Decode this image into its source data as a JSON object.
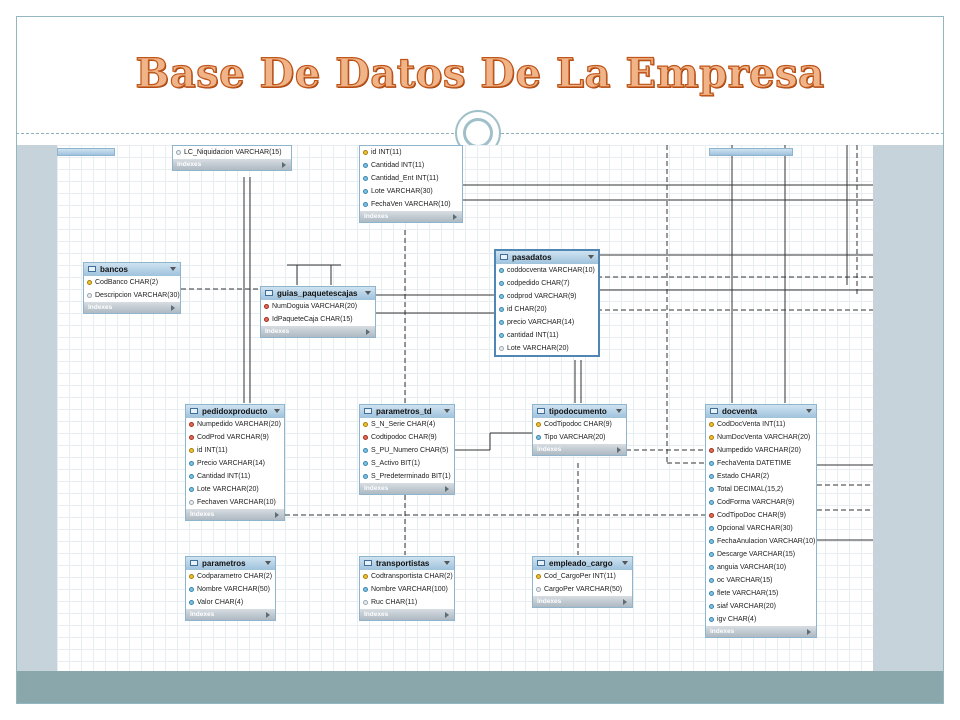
{
  "slide": {
    "title": "Base De Datos De La Empresa"
  },
  "colors": {
    "title_fill": "#f0b488",
    "title_stroke": "#c0561a",
    "frame": "#93b6bf",
    "bottom_bar": "#8aa8ac",
    "table_header": "#9fc2dc",
    "pk_key": "#f2c12e",
    "fk_key": "#e46a57"
  },
  "icons": {
    "primary_key": "key-icon",
    "foreign_key": "red-key-icon",
    "column": "diamond-icon",
    "table": "table-icon"
  },
  "diagram": {
    "tables": [
      {
        "name": "",
        "footer": "Indexes",
        "columns": [
          {
            "text": "LC_Niquidacion VARCHAR(15)",
            "key": "null"
          }
        ]
      },
      {
        "name": "",
        "footer": "Indexes",
        "columns": [
          {
            "text": "id INT(11)",
            "key": "pk"
          },
          {
            "text": "Cantidad INT(11)",
            "key": "nn"
          },
          {
            "text": "Cantidad_Ent INT(11)",
            "key": "nn"
          },
          {
            "text": "Lote VARCHAR(30)",
            "key": "nn"
          },
          {
            "text": "FechaVen VARCHAR(10)",
            "key": "nn"
          }
        ]
      },
      {
        "name": "bancos",
        "footer": "Indexes",
        "columns": [
          {
            "text": "CodBanco CHAR(2)",
            "key": "pk"
          },
          {
            "text": "Descripcion VARCHAR(30)",
            "key": "null"
          }
        ]
      },
      {
        "name": "guias_paquetescajas",
        "footer": "Indexes",
        "columns": [
          {
            "text": "NumDoguia VARCHAR(20)",
            "key": "fk"
          },
          {
            "text": "IdPaqueteCaja CHAR(15)",
            "key": "fk"
          }
        ]
      },
      {
        "name": "pasadatos",
        "footer": "",
        "columns": [
          {
            "text": "coddocventa VARCHAR(10)",
            "key": "nn"
          },
          {
            "text": "codpedido CHAR(7)",
            "key": "nn"
          },
          {
            "text": "codprod VARCHAR(9)",
            "key": "nn"
          },
          {
            "text": "id CHAR(20)",
            "key": "nn"
          },
          {
            "text": "precio VARCHAR(14)",
            "key": "nn"
          },
          {
            "text": "cantidad INT(11)",
            "key": "nn"
          },
          {
            "text": "Lote VARCHAR(20)",
            "key": "null"
          }
        ]
      },
      {
        "name": "pedidoxproducto",
        "footer": "Indexes",
        "columns": [
          {
            "text": "Numpedido VARCHAR(20)",
            "key": "fk"
          },
          {
            "text": "CodProd VARCHAR(9)",
            "key": "fk"
          },
          {
            "text": "id INT(11)",
            "key": "pk"
          },
          {
            "text": "Precio VARCHAR(14)",
            "key": "nn"
          },
          {
            "text": "Cantidad INT(11)",
            "key": "nn"
          },
          {
            "text": "Lote VARCHAR(20)",
            "key": "nn"
          },
          {
            "text": "Fechaven VARCHAR(10)",
            "key": "null"
          }
        ]
      },
      {
        "name": "parametros_td",
        "footer": "Indexes",
        "columns": [
          {
            "text": "S_N_Serie CHAR(4)",
            "key": "pk"
          },
          {
            "text": "Codtipodoc CHAR(9)",
            "key": "fk"
          },
          {
            "text": "S_PU_Numero CHAR(5)",
            "key": "nn"
          },
          {
            "text": "S_Activo BIT(1)",
            "key": "nn"
          },
          {
            "text": "S_Predeterminado BIT(1)",
            "key": "nn"
          }
        ]
      },
      {
        "name": "tipodocumento",
        "footer": "Indexes",
        "columns": [
          {
            "text": "CodTipodoc CHAR(9)",
            "key": "pk"
          },
          {
            "text": "Tipo VARCHAR(20)",
            "key": "nn"
          }
        ]
      },
      {
        "name": "docventa",
        "footer": "Indexes",
        "columns": [
          {
            "text": "CodDocVenta INT(11)",
            "key": "pk"
          },
          {
            "text": "NumDocVenta VARCHAR(20)",
            "key": "pk"
          },
          {
            "text": "Numpedido VARCHAR(20)",
            "key": "fk"
          },
          {
            "text": "FechaVenta DATETIME",
            "key": "nn"
          },
          {
            "text": "Estado CHAR(2)",
            "key": "nn"
          },
          {
            "text": "Total DECIMAL(15,2)",
            "key": "nn"
          },
          {
            "text": "CodForma VARCHAR(9)",
            "key": "nn"
          },
          {
            "text": "CodTipoDoc CHAR(9)",
            "key": "fk"
          },
          {
            "text": "Opcional VARCHAR(30)",
            "key": "nn"
          },
          {
            "text": "FechaAnulacion VARCHAR(10)",
            "key": "nn"
          },
          {
            "text": "Descarge VARCHAR(15)",
            "key": "nn"
          },
          {
            "text": "anguia VARCHAR(10)",
            "key": "nn"
          },
          {
            "text": "oc VARCHAR(15)",
            "key": "nn"
          },
          {
            "text": "flete VARCHAR(15)",
            "key": "nn"
          },
          {
            "text": "siaf VARCHAR(20)",
            "key": "nn"
          },
          {
            "text": "igv CHAR(4)",
            "key": "nn"
          }
        ]
      },
      {
        "name": "parametros",
        "footer": "Indexes",
        "columns": [
          {
            "text": "Codparametro CHAR(2)",
            "key": "pk"
          },
          {
            "text": "Nombre VARCHAR(50)",
            "key": "nn"
          },
          {
            "text": "Valor CHAR(4)",
            "key": "nn"
          }
        ]
      },
      {
        "name": "transportistas",
        "footer": "Indexes",
        "columns": [
          {
            "text": "Codtransportista CHAR(2)",
            "key": "pk"
          },
          {
            "text": "Nombre VARCHAR(100)",
            "key": "nn"
          },
          {
            "text": "Ruc CHAR(11)",
            "key": "null"
          }
        ]
      },
      {
        "name": "empleado_cargo",
        "footer": "Indexes",
        "columns": [
          {
            "text": "Cod_CargoPer INT(11)",
            "key": "pk"
          },
          {
            "text": "CargoPer VARCHAR(50)",
            "key": "null"
          }
        ]
      }
    ]
  }
}
